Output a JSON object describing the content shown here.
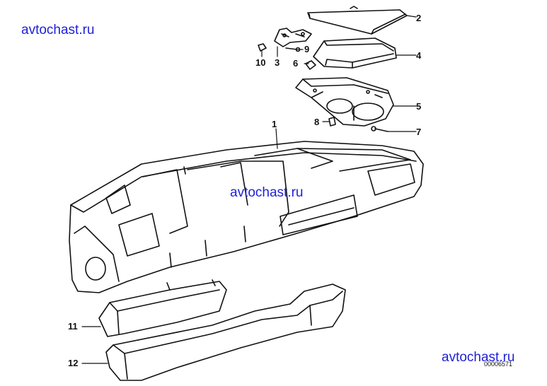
{
  "watermarks": [
    "avtochast.ru",
    "avtochast.ru",
    "avtochast.ru"
  ],
  "reference": "00006571",
  "callouts": [
    {
      "id": "c2",
      "label": "2"
    },
    {
      "id": "c4",
      "label": "4"
    },
    {
      "id": "c9",
      "label": "9"
    },
    {
      "id": "c10",
      "label": "10"
    },
    {
      "id": "c3",
      "label": "3"
    },
    {
      "id": "c6",
      "label": "6"
    },
    {
      "id": "c5",
      "label": "5"
    },
    {
      "id": "c8",
      "label": "8"
    },
    {
      "id": "c7",
      "label": "7"
    },
    {
      "id": "c1",
      "label": "1"
    },
    {
      "id": "c11",
      "label": "11"
    },
    {
      "id": "c12",
      "label": "12"
    }
  ]
}
